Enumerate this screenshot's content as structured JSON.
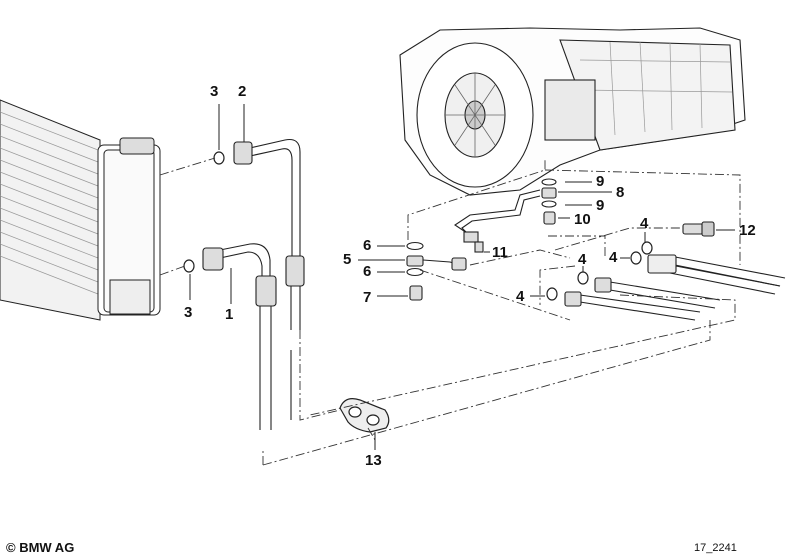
{
  "callouts": {
    "c1": "1",
    "c2": "2",
    "c3a": "3",
    "c3b": "3",
    "c4a": "4",
    "c4b": "4",
    "c4c": "4",
    "c4d": "4",
    "c5": "5",
    "c6a": "6",
    "c6b": "6",
    "c7": "7",
    "c8": "8",
    "c9a": "9",
    "c9b": "9",
    "c10": "10",
    "c11": "11",
    "c12": "12",
    "c13": "13"
  },
  "footer": {
    "copyright": "© BMW AG",
    "diagram_id": "17_2241"
  },
  "colors": {
    "line": "#222222",
    "shade": "#bdbdbd",
    "light": "#e6e6e6"
  }
}
